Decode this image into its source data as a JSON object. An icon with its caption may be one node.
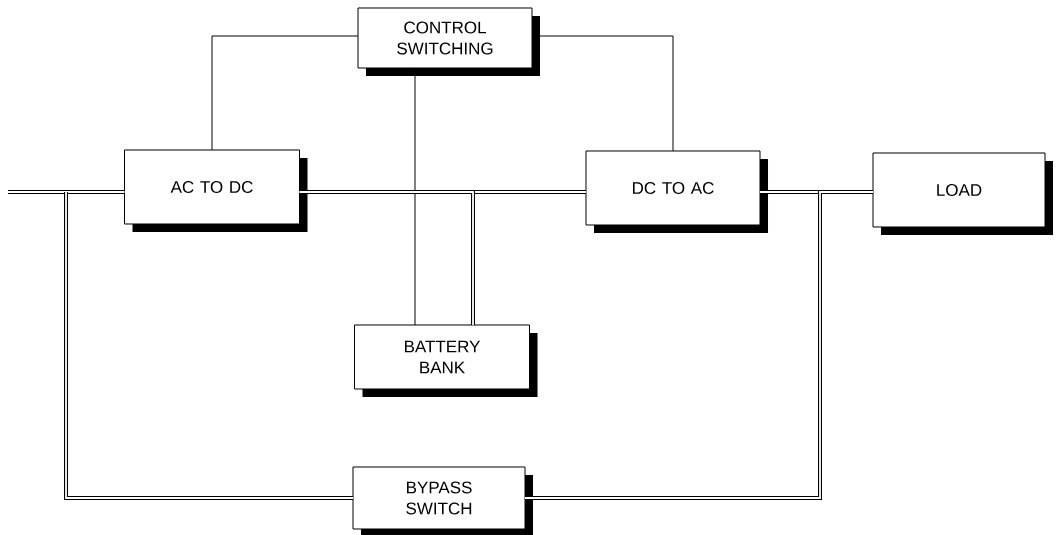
{
  "diagram": {
    "nodes": [
      {
        "text": [
          "CONTROL SWITCHING"
        ]
      },
      {
        "text": [
          "AC TO DC"
        ]
      },
      {
        "text": [
          "DC TO AC"
        ]
      },
      {
        "text": [
          "LOAD"
        ]
      },
      {
        "text": [
          "BATTERY BANK"
        ]
      },
      {
        "text": [
          "BYPASS SWITCH"
        ]
      }
    ],
    "edges": [
      {
        "from": null,
        "to": 1,
        "arrow": "none"
      },
      {
        "from": 1,
        "to": 2,
        "arrow": "none"
      },
      {
        "from": 2,
        "to": 3,
        "arrow": "none"
      },
      {
        "from": 0,
        "to": 1,
        "arrow": "none"
      },
      {
        "from": 0,
        "to": 2,
        "arrow": "none"
      },
      {
        "from": 0,
        "to": 4,
        "arrow": "none"
      },
      {
        "from": 1,
        "to": 4,
        "arrow": "none"
      },
      {
        "from": null,
        "to": 5,
        "arrow": "none"
      },
      {
        "from": 5,
        "to": 3,
        "arrow": "none"
      }
    ]
  }
}
